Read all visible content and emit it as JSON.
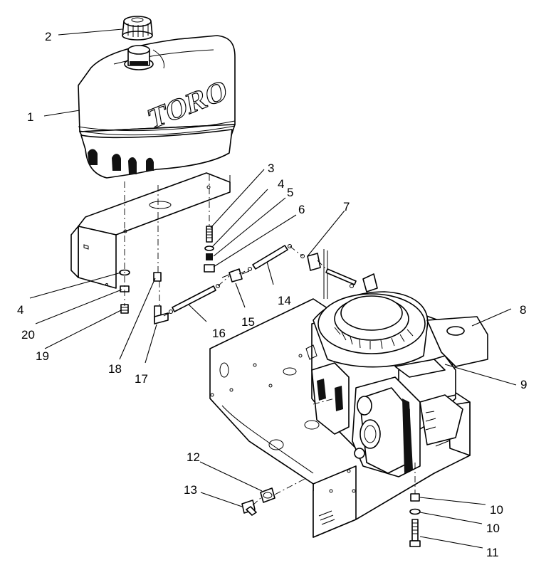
{
  "logo_text": "TORO",
  "callouts": [
    {
      "id": "c1",
      "label": "1"
    },
    {
      "id": "c2",
      "label": "2"
    },
    {
      "id": "c3",
      "label": "3"
    },
    {
      "id": "c4a",
      "label": "4"
    },
    {
      "id": "c5",
      "label": "5"
    },
    {
      "id": "c6",
      "label": "6"
    },
    {
      "id": "c7",
      "label": "7"
    },
    {
      "id": "c8",
      "label": "8"
    },
    {
      "id": "c9",
      "label": "9"
    },
    {
      "id": "c4b",
      "label": "4"
    },
    {
      "id": "c14",
      "label": "14"
    },
    {
      "id": "c15",
      "label": "15"
    },
    {
      "id": "c16",
      "label": "16"
    },
    {
      "id": "c20",
      "label": "20"
    },
    {
      "id": "c19",
      "label": "19"
    },
    {
      "id": "c18",
      "label": "18"
    },
    {
      "id": "c17",
      "label": "17"
    },
    {
      "id": "c12",
      "label": "12"
    },
    {
      "id": "c13",
      "label": "13"
    },
    {
      "id": "c10a",
      "label": "10"
    },
    {
      "id": "c10b",
      "label": "10"
    },
    {
      "id": "c11",
      "label": "11"
    }
  ]
}
